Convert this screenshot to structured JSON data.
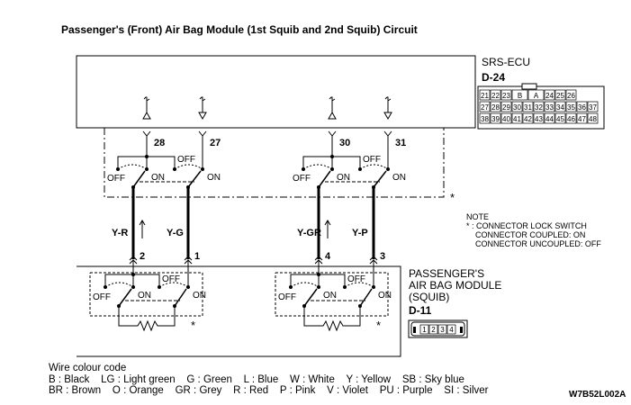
{
  "title": "Passenger's (Front) Air Bag Module (1st Squib and 2nd Squib) Circuit",
  "ecu": {
    "name": "SRS-ECU",
    "connector": "D-24",
    "connector_rows": [
      [
        "21",
        "22",
        "23",
        "B",
        "A",
        "24",
        "25",
        "26"
      ],
      [
        "27",
        "28",
        "29",
        "30",
        "31",
        "32",
        "33",
        "34",
        "35",
        "36",
        "37"
      ],
      [
        "38",
        "39",
        "40",
        "41",
        "42",
        "43",
        "44",
        "45",
        "46",
        "47",
        "48"
      ]
    ]
  },
  "module": {
    "name_line1": "PASSENGER'S",
    "name_line2": "AIR BAG MODULE",
    "name_line3": "(SQUIB)",
    "connector": "D-11",
    "connector_pins": [
      "1",
      "2",
      "3",
      "4"
    ]
  },
  "circuits": [
    {
      "ecu_pins": [
        "28",
        "27"
      ],
      "wires": [
        "Y-R",
        "Y-G"
      ],
      "module_pins": [
        "2",
        "1"
      ]
    },
    {
      "ecu_pins": [
        "30",
        "31"
      ],
      "wires": [
        "Y-GR",
        "Y-P"
      ],
      "module_pins": [
        "4",
        "3"
      ]
    }
  ],
  "switch_labels": {
    "off": "OFF",
    "on": "ON"
  },
  "star": "*",
  "note": {
    "title": "NOTE",
    "line1": "* : CONNECTOR LOCK SWITCH",
    "line2": "CONNECTOR COUPLED: ON",
    "line3": "CONNECTOR UNCOUPLED: OFF"
  },
  "wire_code": {
    "title": "Wire colour code",
    "line1": "B : Black    LG : Light green    G : Green    L : Blue    W : White    Y : Yellow    SB : Sky blue",
    "line2": "BR : Brown    O : Orange    GR : Grey    R : Red    P : Pink    V : Violet    PU : Purple    SI : Silver"
  },
  "drawing_code": "W7B52L002A"
}
